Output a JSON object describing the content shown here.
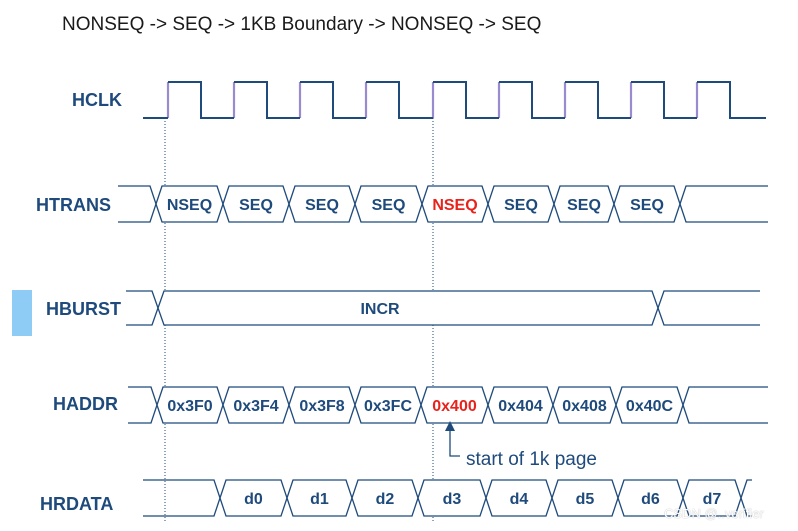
{
  "title": "NONSEQ -> SEQ -> 1KB Boundary -> NONSEQ -> SEQ",
  "watermark": "CSDN @..verifier",
  "colors": {
    "signal": "#1e4a7c",
    "highlight": "#e8231b",
    "clock_rise": "#9a8ad0",
    "marker": "#8ecbf5"
  },
  "signals": {
    "hclk": {
      "label": "HCLK"
    },
    "htrans": {
      "label": "HTRANS",
      "values": [
        "NSEQ",
        "SEQ",
        "SEQ",
        "SEQ",
        "NSEQ",
        "SEQ",
        "SEQ",
        "SEQ"
      ]
    },
    "hburst": {
      "label": "HBURST",
      "value": "INCR"
    },
    "haddr": {
      "label": "HADDR",
      "values": [
        "0x3F0",
        "0x3F4",
        "0x3F8",
        "0x3FC",
        "0x400",
        "0x404",
        "0x408",
        "0x40C"
      ]
    },
    "hrdata": {
      "label": "HRDATA",
      "values": [
        "d0",
        "d1",
        "d2",
        "d3",
        "d4",
        "d5",
        "d6",
        "d7"
      ]
    }
  },
  "highlight_index": 4,
  "annotation": "start of 1k page"
}
